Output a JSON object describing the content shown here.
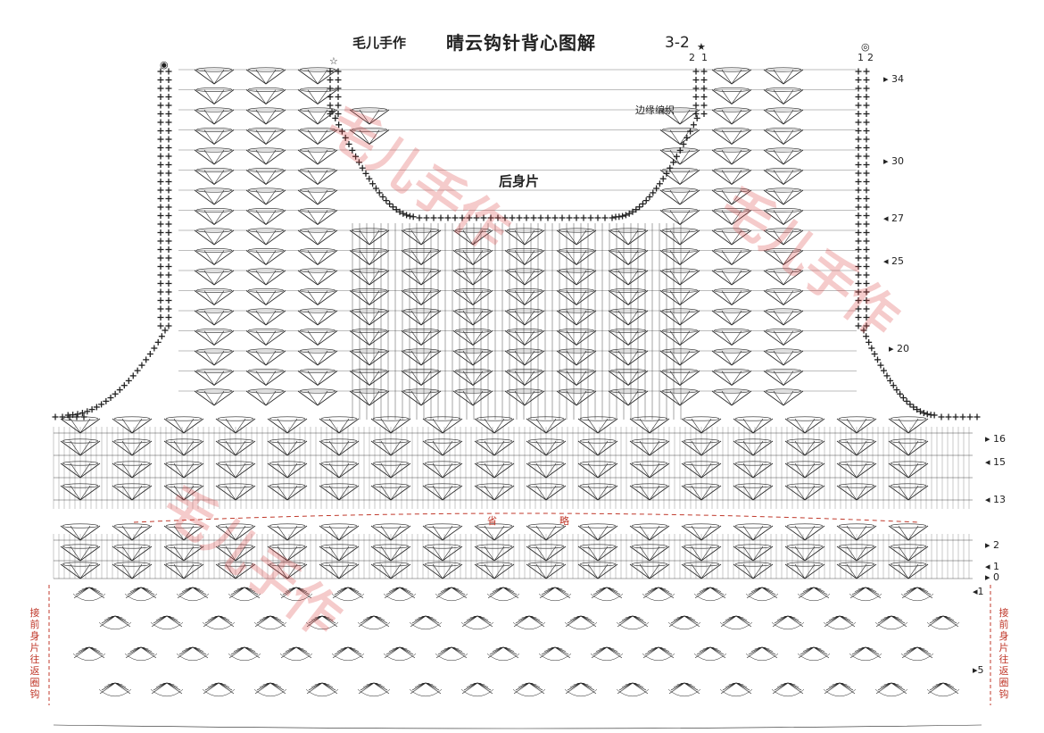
{
  "header": {
    "brand": "毛儿手作",
    "title": "晴云钩针背心图解",
    "code": "3-2"
  },
  "labels": {
    "piece_name": "后身片",
    "edge_note": "边缘编织",
    "omitted_left": "省",
    "omitted_right": "略",
    "join_note_left": "接前身片往返圈钩",
    "join_note_right": "接前身片往返圈钩",
    "strap_marks_left": [
      "◉",
      "☆"
    ],
    "strap_marks_right": [
      "2",
      "1",
      "★",
      "◎",
      "1",
      "2"
    ]
  },
  "row_numbers": [
    "34",
    "30",
    "27",
    "25",
    "20",
    "16",
    "15",
    "13",
    "2",
    "1",
    "0"
  ],
  "border_row_numbers": [
    "1",
    "5"
  ],
  "watermark": {
    "text": "毛儿手作",
    "repeat_count": 3
  },
  "colors": {
    "ink": "#222222",
    "accent_red": "#c0392b",
    "watermark": "#e05050"
  }
}
